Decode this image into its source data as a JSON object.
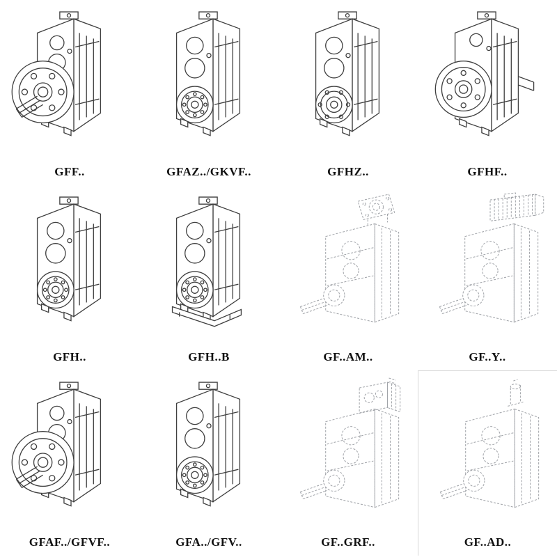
{
  "catalog": {
    "items": [
      {
        "label": "GFF..",
        "drawing": "flange-output-gearbox",
        "line_style": "solid"
      },
      {
        "label": "GFAZ../GKVF..",
        "drawing": "hollow-shaft-gearbox",
        "line_style": "solid"
      },
      {
        "label": "GFHZ..",
        "drawing": "hollow-shaft-bolted-gearbox",
        "line_style": "solid"
      },
      {
        "label": "GFHF..",
        "drawing": "flange-hollow-gearbox",
        "line_style": "solid"
      },
      {
        "label": "GFH..",
        "drawing": "foot-mounted-gearbox",
        "line_style": "solid"
      },
      {
        "label": "GFH..B",
        "drawing": "foot-mounted-gearbox-base",
        "line_style": "solid"
      },
      {
        "label": "GF..AM..",
        "drawing": "iec-adapter-gearbox",
        "line_style": "dashed"
      },
      {
        "label": "GF..Y..",
        "drawing": "motor-mounted-gearbox",
        "line_style": "dashed"
      },
      {
        "label": "GFAF../GFVF..",
        "drawing": "flange-output-gearbox-large",
        "line_style": "solid"
      },
      {
        "label": "GFA../GFV..",
        "drawing": "hollow-shaft-gearbox-2",
        "line_style": "solid"
      },
      {
        "label": "GF..GRF..",
        "drawing": "primary-gear-adapter-gearbox",
        "line_style": "dashed"
      },
      {
        "label": "GF..AD..",
        "drawing": "input-shaft-adapter-gearbox",
        "line_style": "dashed"
      }
    ],
    "colors": {
      "ink": "#3f3f3f",
      "ghost": "#a0a3a8",
      "label_text": "#111111",
      "background": "#ffffff"
    }
  }
}
